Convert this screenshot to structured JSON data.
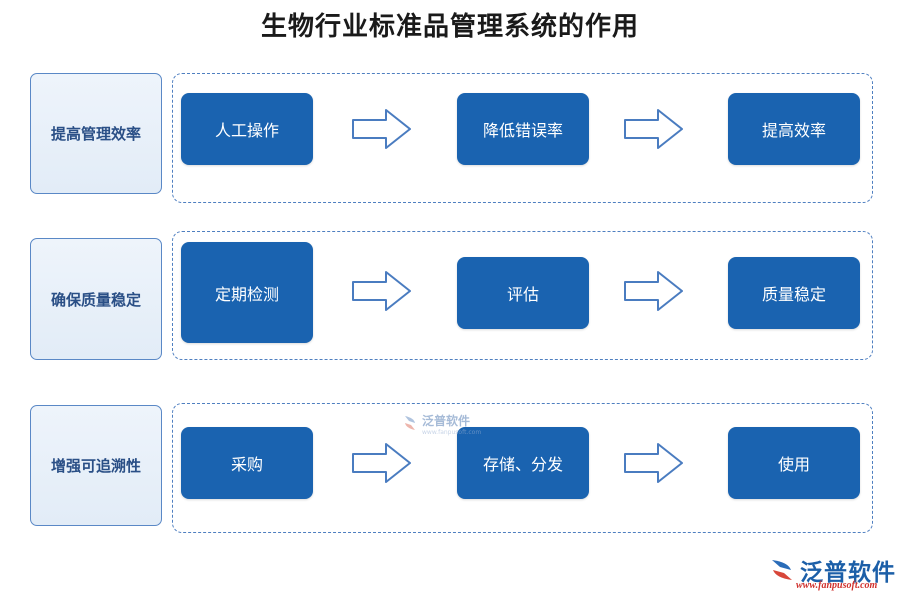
{
  "title": "生物行业标准品管理系统的作用",
  "rows": [
    {
      "label": "提高管理效率",
      "steps": [
        "人工操作",
        "降低错误率",
        "提高效率"
      ]
    },
    {
      "label": "确保质量稳定",
      "steps": [
        "定期检测",
        "评估",
        "质量稳定"
      ]
    },
    {
      "label": "增强可追溯性",
      "steps": [
        "采购",
        "存储、分发",
        "使用"
      ]
    }
  ],
  "watermark": {
    "text": "泛普软件",
    "sub": "www.fanpusoft.com"
  },
  "logo": {
    "brand": "泛普软件",
    "url": "www.fanpusoft.com"
  },
  "colors": {
    "step_fill": "#1a63b0",
    "label_border": "#5a88c6",
    "frame_border": "#4f7fc0",
    "arrow_stroke": "#4a7cc0",
    "url": "#d0312d"
  },
  "icons": [
    "right-arrow-icon",
    "fanpu-logo-icon"
  ]
}
